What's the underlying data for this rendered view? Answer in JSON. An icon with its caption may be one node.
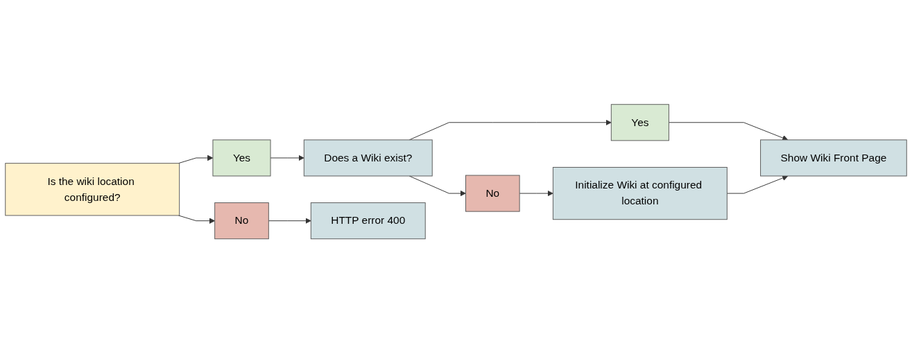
{
  "diagram": {
    "nodes": [
      {
        "text": [
          "Is the wiki location configured?"
        ]
      },
      {
        "text": [
          "Yes"
        ]
      },
      {
        "text": [
          "Does a Wiki exist?"
        ]
      },
      {
        "text": [
          "Yes"
        ]
      },
      {
        "text": [
          "Show Wiki Front Page"
        ]
      },
      {
        "text": [
          "No"
        ]
      },
      {
        "text": [
          "No"
        ]
      },
      {
        "text": [
          "Initialize Wiki at configured location"
        ]
      },
      {
        "text": [
          "HTTP error 400"
        ]
      }
    ],
    "edges": [
      {
        "from": 0,
        "to": 1,
        "arrow": "to"
      },
      {
        "from": 0,
        "to": 6,
        "arrow": "to"
      },
      {
        "from": 1,
        "to": 2,
        "arrow": "to"
      },
      {
        "from": 2,
        "to": 3,
        "arrow": "to"
      },
      {
        "from": 2,
        "to": 5,
        "arrow": "to"
      },
      {
        "from": 3,
        "to": 4,
        "arrow": "to"
      },
      {
        "from": 5,
        "to": 7,
        "arrow": "to"
      },
      {
        "from": 7,
        "to": 4,
        "arrow": "to"
      },
      {
        "from": 6,
        "to": 8,
        "arrow": "to"
      }
    ]
  }
}
